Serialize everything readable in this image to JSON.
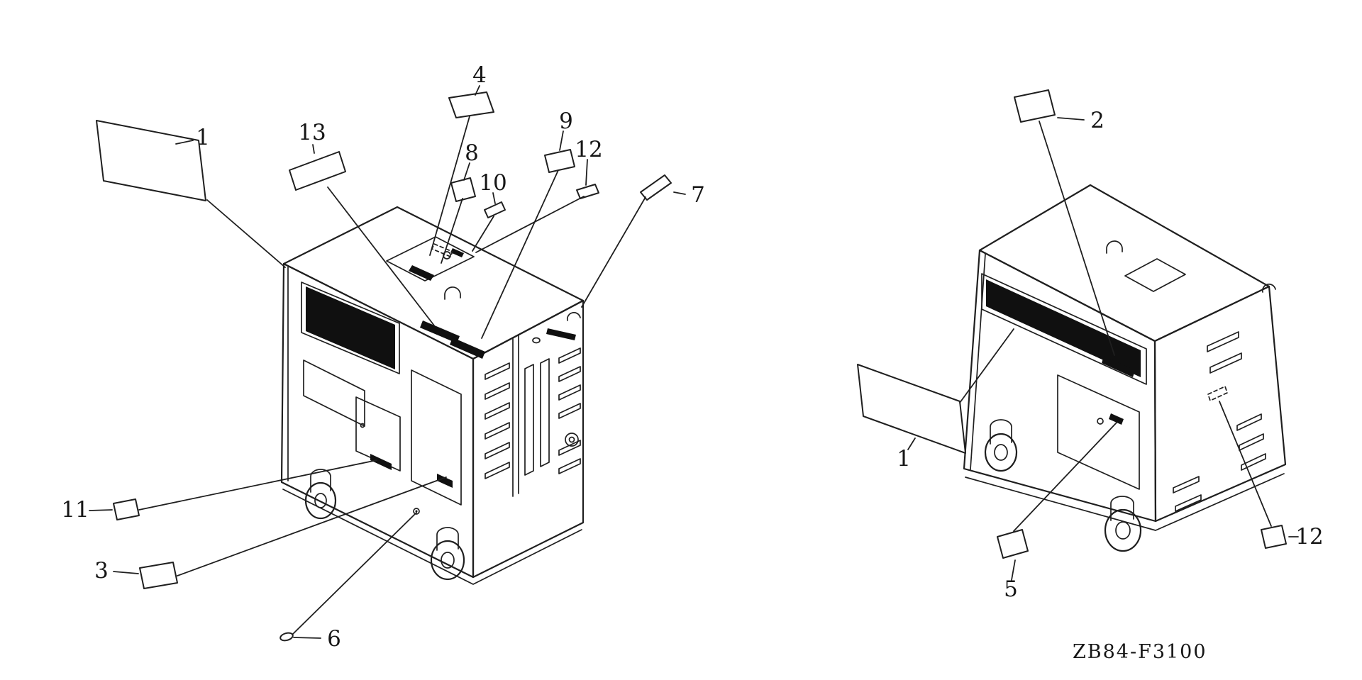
{
  "diagram": {
    "drawing_code": "ZB84-F3100",
    "background_color": "#ffffff",
    "line_color": "#1f1f1f",
    "description": "Generator label / decal location exploded parts diagram, two isometric views"
  },
  "left_view": {
    "callouts": {
      "n1": "1",
      "n3": "3",
      "n4": "4",
      "n6": "6",
      "n7": "7",
      "n8": "8",
      "n9": "9",
      "n10": "10",
      "n11": "11",
      "n12": "12",
      "n13": "13"
    }
  },
  "right_view": {
    "callouts": {
      "n1": "1",
      "n2": "2",
      "n5": "5",
      "n12": "12"
    }
  }
}
